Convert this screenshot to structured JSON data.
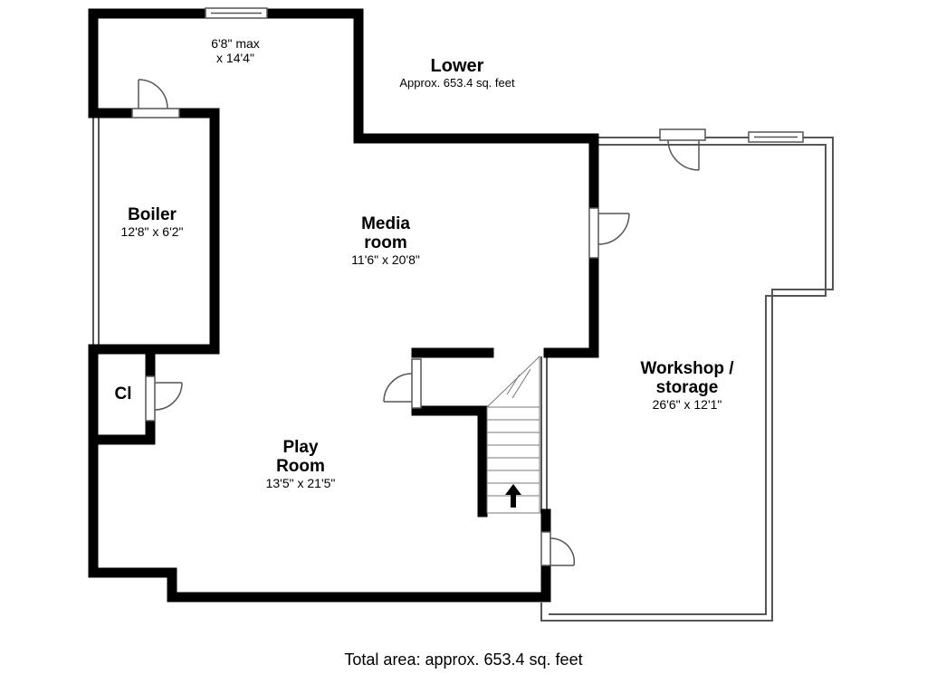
{
  "floor": {
    "title": "Lower",
    "area": "Approx. 653.4 sq. feet"
  },
  "rooms": [
    {
      "id": "hall",
      "name": "",
      "dims": "6'8\" max\nx 14'4\""
    },
    {
      "id": "boiler",
      "name": "Boiler",
      "dims": "12'8\" x 6'2\""
    },
    {
      "id": "media",
      "name": "Media\nroom",
      "dims": "11'6\" x 20'8\""
    },
    {
      "id": "closet",
      "name": "Cl",
      "dims": ""
    },
    {
      "id": "play",
      "name": "Play\nRoom",
      "dims": "13'5\" x 21'5\""
    },
    {
      "id": "workshop",
      "name": "Workshop /\nstorage",
      "dims": "26'6\" x 12'1\""
    }
  ],
  "footer": {
    "total": "Total area: approx. 653.4 sq. feet"
  },
  "colors": {
    "wall": "#000000",
    "thin_wall": "#555555",
    "background": "#ffffff"
  }
}
